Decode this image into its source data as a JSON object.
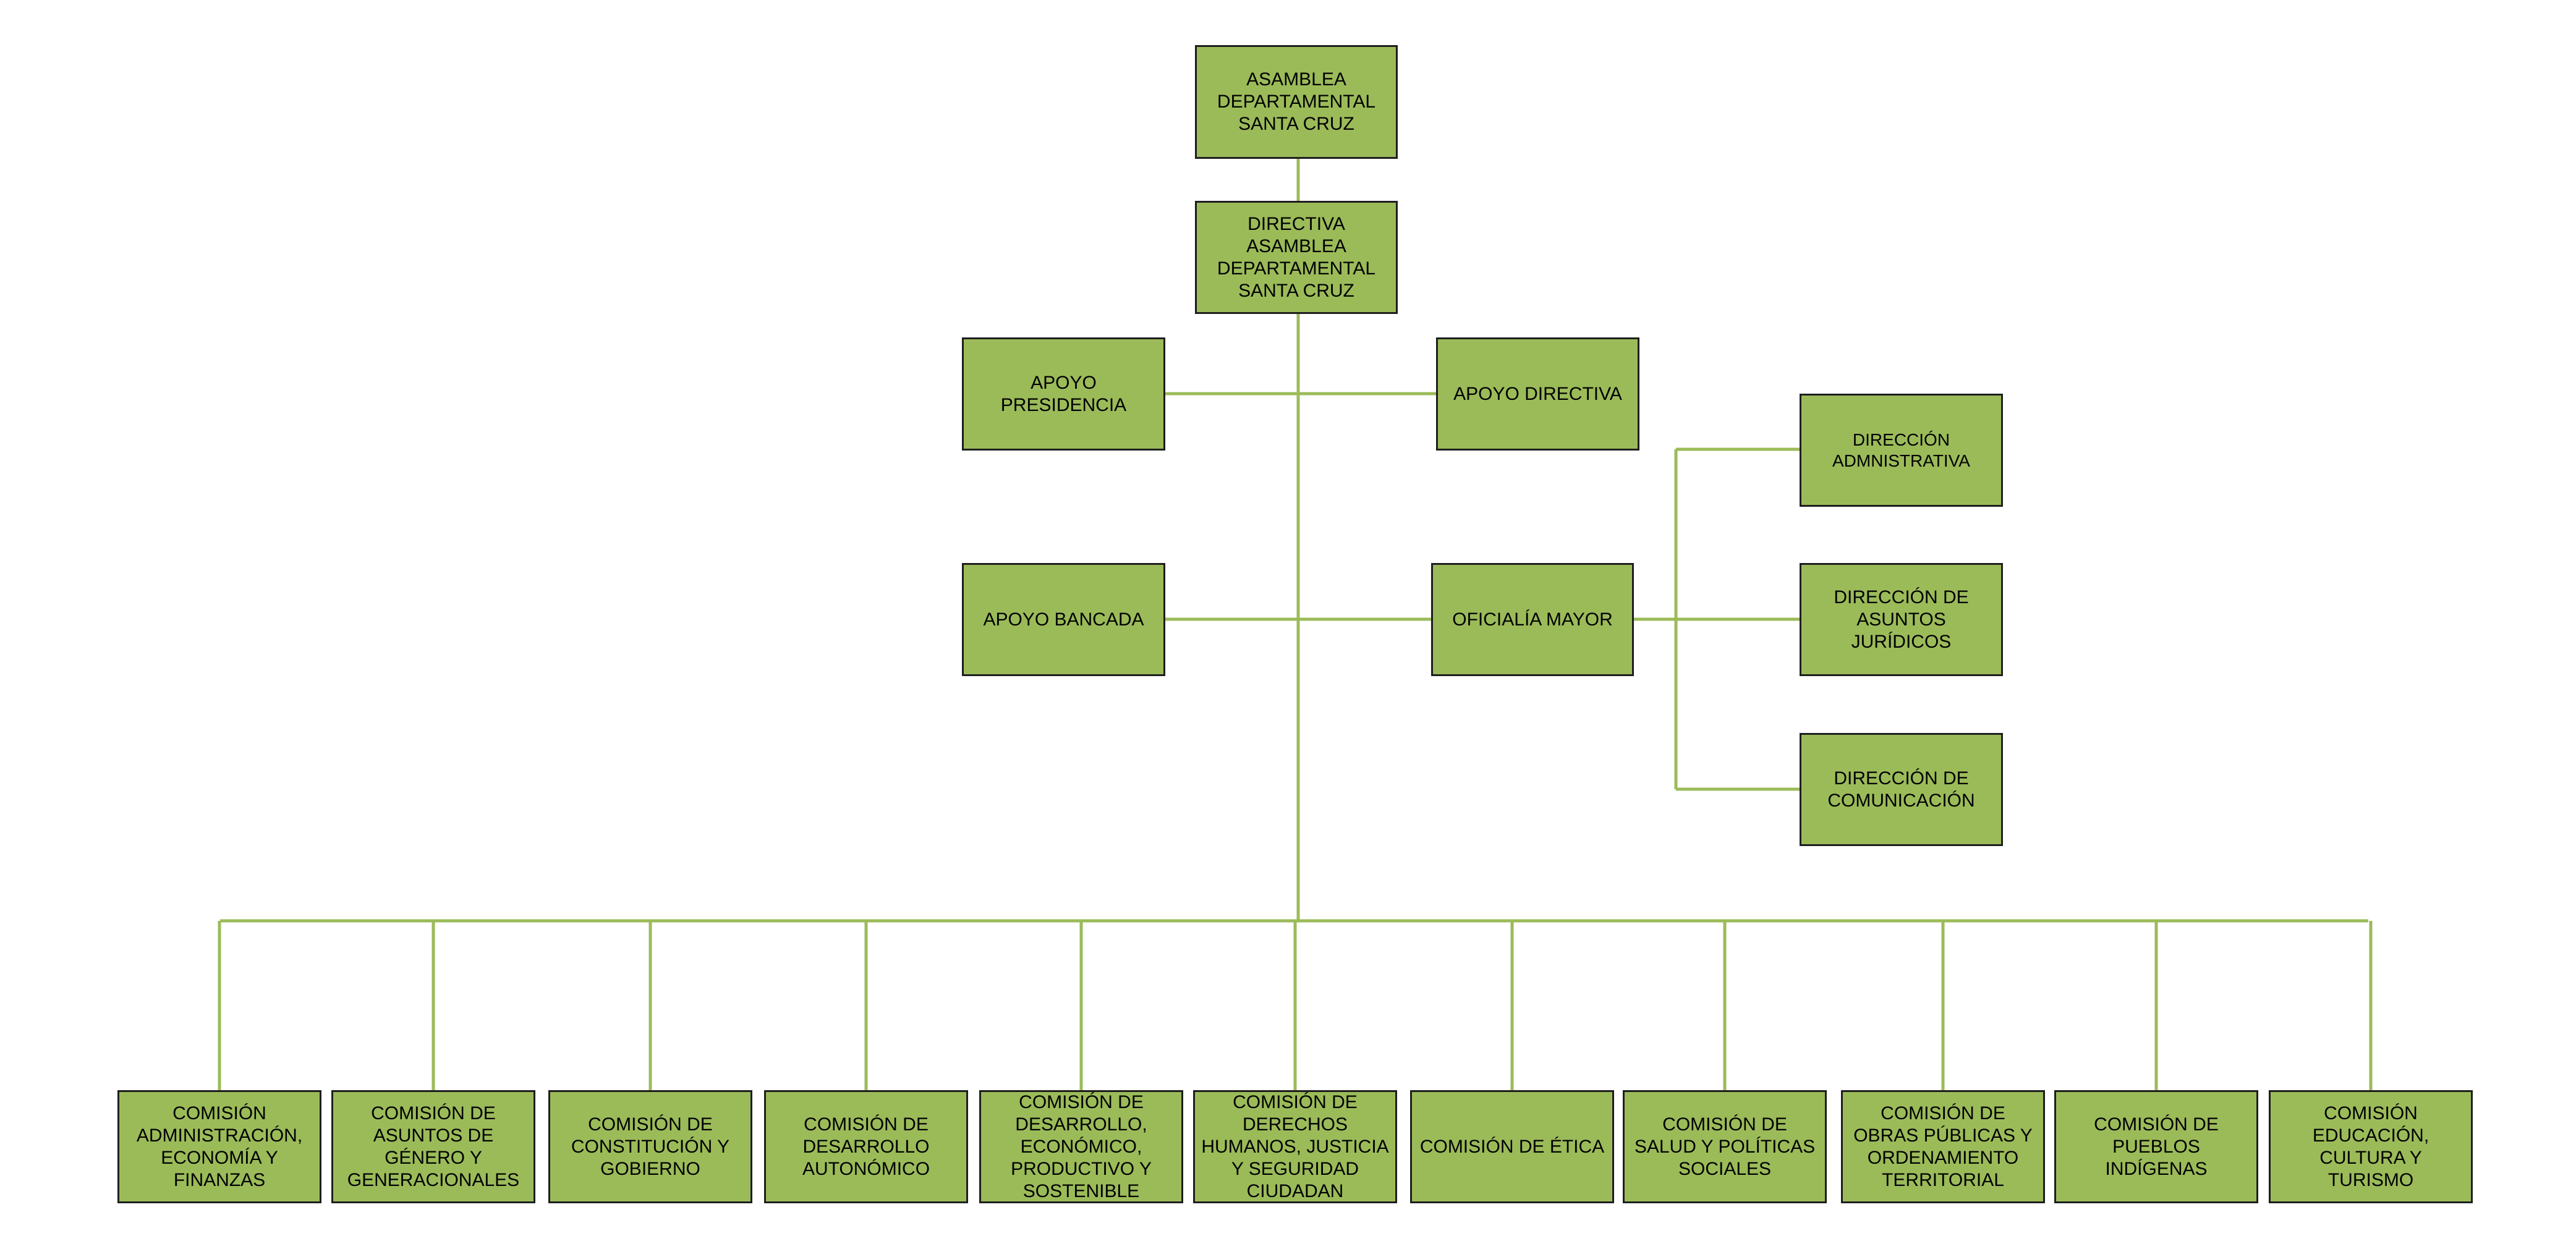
{
  "colors": {
    "box_fill": "#9bbb59",
    "box_border": "#1e1e1e",
    "connector": "#9bbb59",
    "text": "#000000"
  },
  "nodes": {
    "asamblea": "ASAMBLEA\nDEPARTAMENTAL\nSANTA CRUZ",
    "directiva": "DIRECTIVA\nASAMBLEA\nDEPARTAMENTAL\nSANTA CRUZ",
    "apoyo_presidencia": "APOYO\nPRESIDENCIA",
    "apoyo_directiva": "APOYO DIRECTIVA",
    "apoyo_bancada": "APOYO BANCADA",
    "oficialia_mayor": "OFICIALÍA MAYOR",
    "direccion_administrativa": "DIRECCIÓN\nADMNISTRATIVA",
    "direccion_asuntos_juridicos": "DIRECCIÓN DE\nASUNTOS\nJURÍDICOS",
    "direccion_comunicacion": "DIRECCIÓN DE\nCOMUNICACIÓN"
  },
  "commissions": [
    "COMISIÓN\nADMINISTRACIÓN,\nECONOMÍA Y\nFINANZAS",
    "COMISIÓN DE\nASUNTOS DE\nGÉNERO Y\nGENERACIONALES",
    "COMISIÓN DE\nCONSTITUCIÓN Y\nGOBIERNO",
    "COMISIÓN DE\nDESARROLLO\nAUTONÓMICO",
    "COMISIÓN DE\nDESARROLLO,\nECONÓMICO,\nPRODUCTIVO Y\nSOSTENIBLE",
    "COMISIÓN DE\nDERECHOS\nHUMANOS, JUSTICIA\nY SEGURIDAD\nCIUDADAN",
    "COMISIÓN DE ÉTICA",
    "COMISIÓN DE\nSALUD Y POLÍTICAS\nSOCIALES",
    "COMISIÓN DE\nOBRAS PÚBLICAS Y\nORDENAMIENTO\nTERRITORIAL",
    "COMISIÓN DE\nPUEBLOS\nINDÍGENAS",
    "COMISIÓN\nEDUCACIÓN,\nCULTURA Y\nTURISMO"
  ]
}
